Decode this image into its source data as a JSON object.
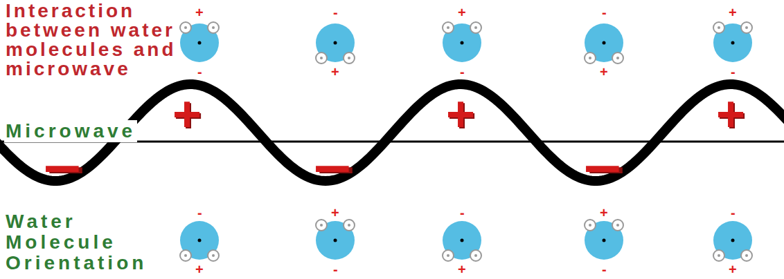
{
  "diagram": {
    "title": "Interaction between water molecules and microwave",
    "labels": [
      "+",
      "-",
      "+",
      "-",
      "+",
      "-",
      "+",
      "-",
      "+",
      "-",
      "Microwave",
      "-",
      "+",
      "-",
      "+",
      "-",
      "+",
      "-",
      "+",
      "-",
      "+",
      "-",
      "Water Molecule Orientation",
      "+",
      "-",
      "+",
      "-",
      "+"
    ]
  }
}
